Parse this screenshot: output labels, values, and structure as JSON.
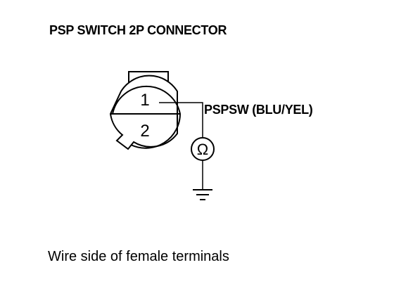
{
  "title": "PSP SWITCH 2P CONNECTOR",
  "connector": {
    "terminal_1": "1",
    "terminal_2": "2"
  },
  "wire_label": "PSPSW (BLU/YEL)",
  "meter_symbol": "Ω",
  "caption": "Wire side of female terminals",
  "icons": {
    "meter": "ohmmeter-icon",
    "ground": "ground-icon"
  }
}
